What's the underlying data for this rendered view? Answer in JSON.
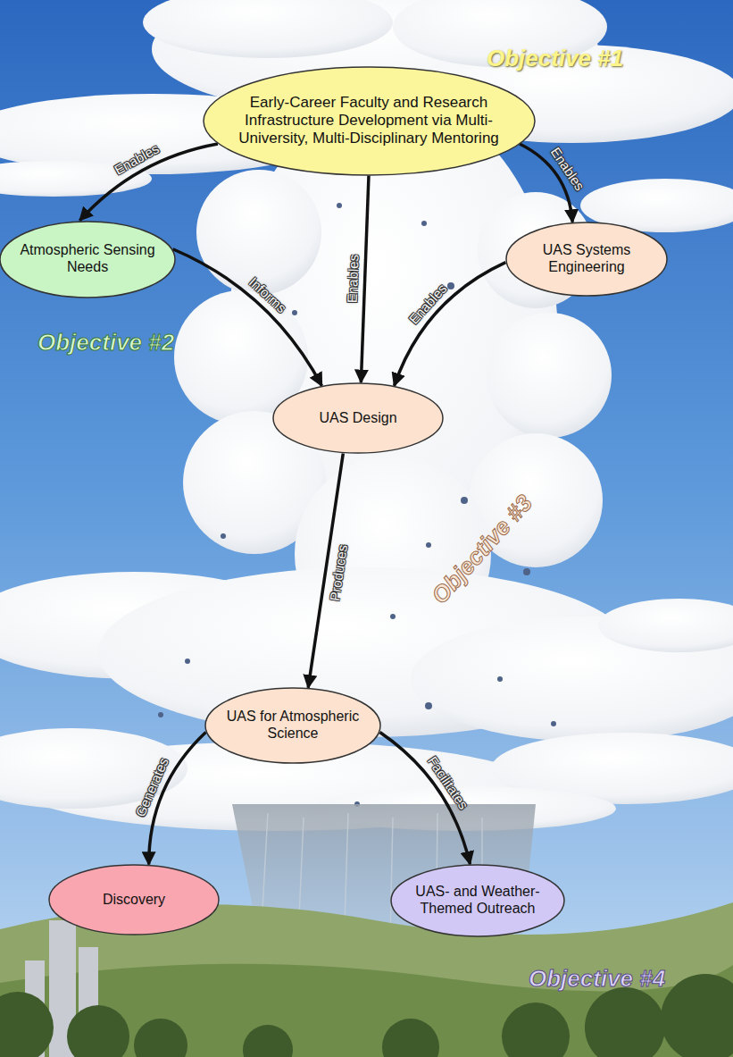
{
  "diagram": {
    "nodes": [
      {
        "text": [
          "Early-Career Faculty and Research Infrastructure Development via Multi-University, Multi-Disciplinary Mentoring"
        ]
      },
      {
        "text": [
          "Atmospheric Sensing Needs"
        ]
      },
      {
        "text": [
          "UAS Systems Engineering"
        ]
      },
      {
        "text": [
          "UAS Design"
        ]
      },
      {
        "text": [
          "UAS for Atmospheric Science"
        ]
      },
      {
        "text": [
          "Discovery"
        ]
      },
      {
        "text": [
          "UAS- and Weather-Themed Outreach"
        ]
      }
    ],
    "edges": [
      {
        "from": 0,
        "to": 1,
        "label": "Enables",
        "arrow": "to"
      },
      {
        "from": 0,
        "to": 3,
        "label": "Enables",
        "arrow": "to"
      },
      {
        "from": 0,
        "to": 2,
        "label": "Enables",
        "arrow": "to"
      },
      {
        "from": 1,
        "to": 3,
        "label": "Informs",
        "arrow": "to"
      },
      {
        "from": 2,
        "to": 3,
        "label": "Enables",
        "arrow": "to"
      },
      {
        "from": 3,
        "to": 4,
        "label": "Produces",
        "arrow": "to"
      },
      {
        "from": 4,
        "to": 5,
        "label": "Generates",
        "arrow": "to"
      },
      {
        "from": 4,
        "to": 6,
        "label": "Facilitates",
        "arrow": "to"
      }
    ],
    "labels": [
      "Objective #1",
      "Objective #2",
      "Objective #3",
      "Objective #4"
    ]
  }
}
